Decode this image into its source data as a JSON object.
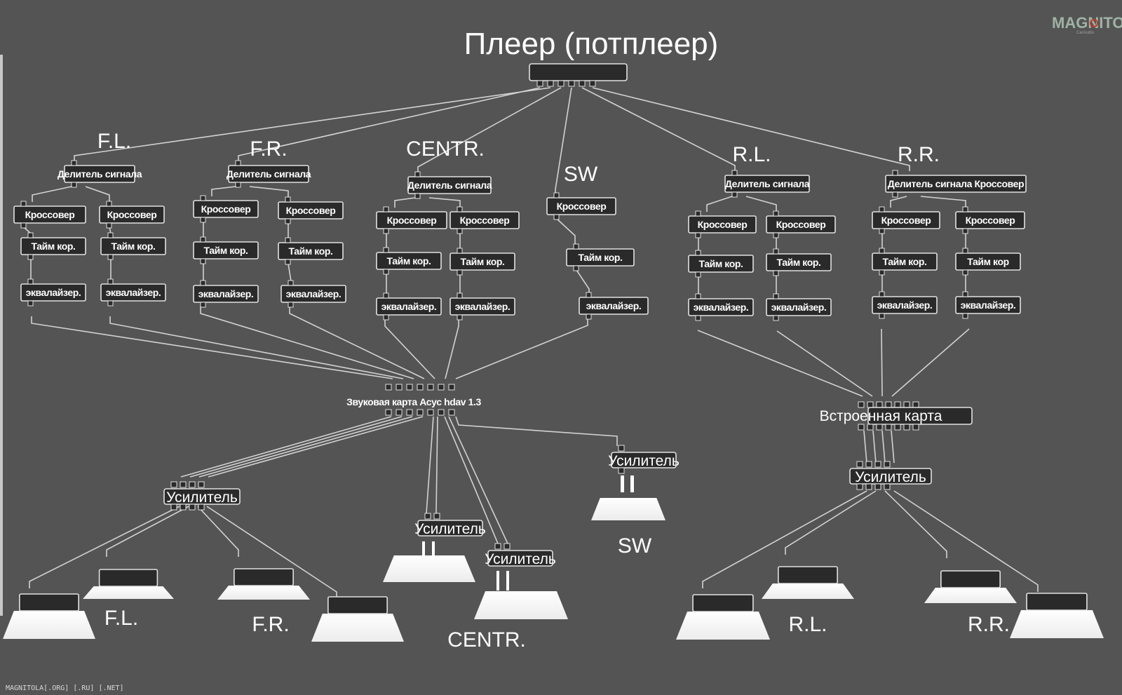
{
  "title": "Плеер (потплеер)",
  "logo": {
    "text": "MAGNITOLA",
    "sub": "CarAudio",
    "color": "#9fb3a4",
    "accent": "#c0392b"
  },
  "footer": "MAGNITOLA[.ORG] [.RU] [.NET]",
  "colors": {
    "background": "#545454",
    "wire": "#d2d2d2",
    "node_fill": "#2a2a2a",
    "node_border": "#e2e2e2",
    "speaker": "#ffffff"
  },
  "channels": [
    {
      "label": "F.L.",
      "splitter": "Делитель сигнала",
      "crossover_a": "Кроссовер",
      "crossover_b": "Кроссовер",
      "time_a": "Тайм кор.",
      "time_b": "Тайм кор.",
      "eq_a": "эквалайзер.",
      "eq_b": "эквалайзер."
    },
    {
      "label": "F.R.",
      "splitter": "Делитель сигнала",
      "crossover_a": "Кроссовер",
      "crossover_b": "Кроссовер",
      "time_a": "Тайм кор.",
      "time_b": "Тайм кор.",
      "eq_a": "эквалайзер.",
      "eq_b": "эквалайзер."
    },
    {
      "label": "CENTR.",
      "splitter": "Делитель сигнала",
      "crossover_a": "Кроссовер",
      "crossover_b": "Кроссовер",
      "time_a": "Тайм кор.",
      "time_b": "Тайм кор.",
      "eq_a": "эквалайзер.",
      "eq_b": "эквалайзер."
    },
    {
      "label": "SW",
      "crossover": "Кроссовер",
      "time": "Тайм кор.",
      "eq": "эквалайзер."
    },
    {
      "label": "R.L.",
      "splitter": "Делитель сигнала",
      "crossover_a": "Кроссовер",
      "crossover_b": "Кроссовер",
      "time_a": "Тайм кор.",
      "time_b": "Тайм кор.",
      "eq_a": "эквалайзер.",
      "eq_b": "эквалайзер."
    },
    {
      "label": "R.R.",
      "splitter": "Делитель сигнала Кроссовер",
      "crossover_a": "Кроссовер",
      "crossover_b": "Кроссовер",
      "time_a": "Тайм кор.",
      "time_b": "Тайм кор",
      "eq_a": "эквалайзер.",
      "eq_b": "эквалайзер."
    }
  ],
  "soundcard_main": "Звуковая карта Асус  hdav 1.3",
  "soundcard_builtin": "Встроенная карта",
  "amplifiers": {
    "front": "Усилитель",
    "centr_a": "Усилитель",
    "centr_b": "Усилитель",
    "sw": "Усилитель",
    "rear": "Усилитель"
  },
  "speaker_labels": {
    "fl": "F.L.",
    "fr": "F.R.",
    "centr": "CENTR.",
    "sw": "SW",
    "rl": "R.L.",
    "rr": "R.R."
  }
}
